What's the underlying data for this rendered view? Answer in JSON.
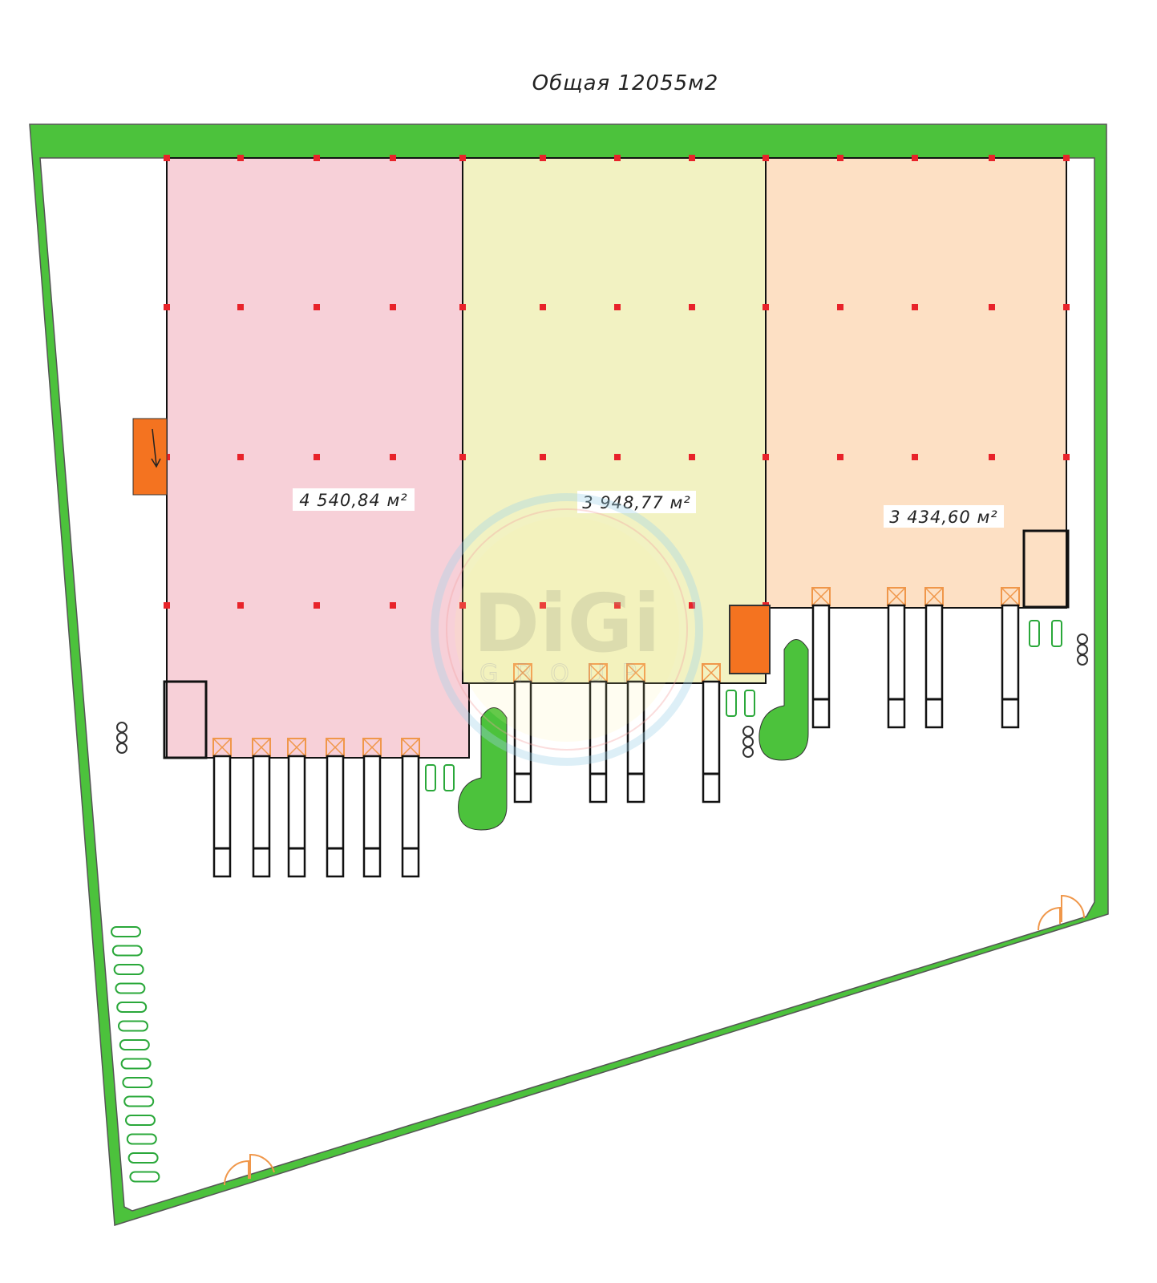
{
  "title": "Общая 12055м2",
  "zones": [
    {
      "name": "zone-1",
      "area_label": "4 540,84 м²",
      "color": "#f7d0d8"
    },
    {
      "name": "zone-2",
      "area_label": "3 948,77 м²",
      "color": "#f2f2c2"
    },
    {
      "name": "zone-3",
      "area_label": "3 434,60 м²",
      "color": "#fde0c4"
    }
  ],
  "watermark": {
    "text": "DiGi",
    "subtext": "GROUP"
  },
  "colors": {
    "green": "#4cc23c",
    "column": "#e8232a",
    "door": "#f0974a",
    "office": "#f47320"
  }
}
